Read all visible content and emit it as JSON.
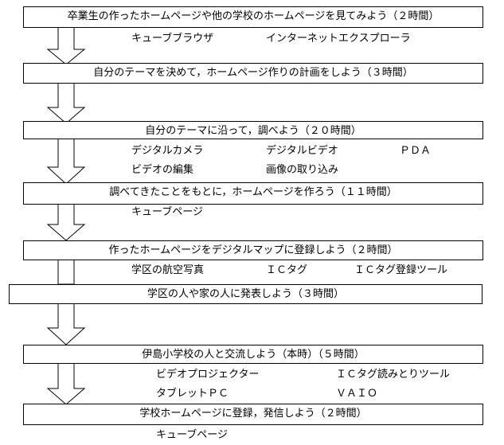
{
  "steps": [
    {
      "label": "卒業生の作ったホームページや他の学校のホームページを見てみよう（２時間）"
    },
    {
      "label": "自分のテーマを決めて，ホームページ作りの計画をしよう（３時間）"
    },
    {
      "label": "自分のテーマに沿って，調べよう（２０時間）"
    },
    {
      "label": "調べてきたことをもとに，ホームページを作ろう（１１時間）"
    },
    {
      "label": "作ったホームページをデジタルマップに登録しよう（２時間）"
    },
    {
      "label": "学区の人や家の人に発表しよう（３時間）"
    },
    {
      "label": "伊島小学校の人と交流しよう（本時）（５時間）"
    },
    {
      "label": "学校ホームページに登録，発信しよう（２時間）"
    }
  ],
  "tools": [
    {
      "label": "キューブブラウザ"
    },
    {
      "label": "インターネットエクスプローラ"
    },
    {
      "label": "デジタルカメラ"
    },
    {
      "label": "デジタルビデオ"
    },
    {
      "label": "ＰＤＡ"
    },
    {
      "label": "ビデオの編集"
    },
    {
      "label": "画像の取り込み"
    },
    {
      "label": "キューブページ"
    },
    {
      "label": "学区の航空写真"
    },
    {
      "label": "ＩＣタグ"
    },
    {
      "label": "ＩＣタグ登録ツール"
    },
    {
      "label": "ビデオプロジェクター"
    },
    {
      "label": "ＩＣタグ読みとりツール"
    },
    {
      "label": "タブレットＰＣ"
    },
    {
      "label": "ＶＡＩＯ"
    },
    {
      "label": "キューブページ"
    }
  ]
}
